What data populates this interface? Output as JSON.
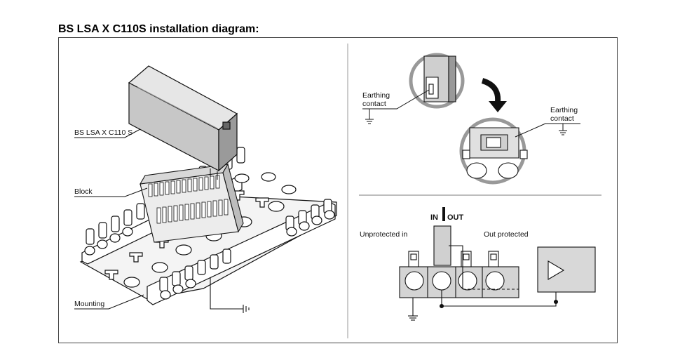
{
  "title": "BS LSA X C110S installation diagram:",
  "left_panel": {
    "labels": {
      "module": "BS LSA X C110 S",
      "block": "Block",
      "mounting": "Mounting"
    }
  },
  "top_right_panel": {
    "labels": {
      "earthing_contact_left": [
        "Earthing",
        "contact"
      ],
      "earthing_contact_right": [
        "Earthing",
        "contact"
      ]
    }
  },
  "bottom_right_panel": {
    "labels": {
      "in": "IN",
      "out": "OUT",
      "unprotected_in": "Unprotected in",
      "out_protected": "Out protected"
    }
  },
  "colors": {
    "line": "#111111",
    "module_fill": "#cfcfcf",
    "block_fill": "#e2e2e2",
    "divider": "#bdbdbd",
    "protected_box": "#d6d6d6"
  }
}
